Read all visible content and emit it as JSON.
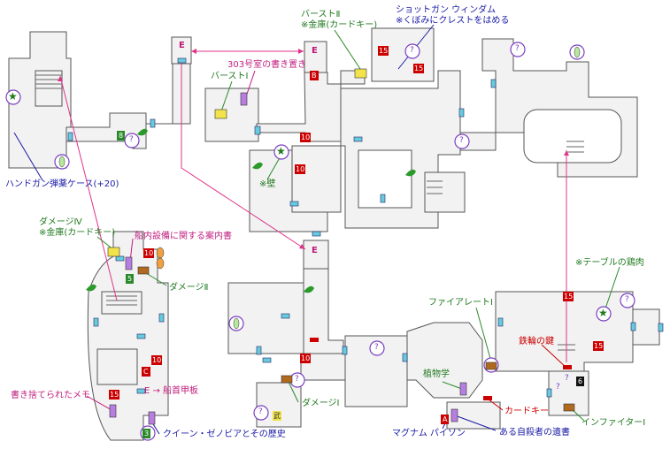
{
  "colors": {
    "room_fill": "#f2f2f2",
    "room_stroke": "#555555",
    "door": "#66ccdd",
    "elevator": "#e0338a",
    "connector": "#e0338a",
    "leader_blue": "#1a1aa8",
    "leader_green": "#2a8a2a",
    "leader_pink": "#c0187a",
    "badge_red": "#cc0000",
    "badge_green": "#2a8a2a",
    "badge_black": "#111111",
    "item_yellow": "#f2e34a",
    "item_purple": "#b77ee0",
    "item_brown": "#b06a20",
    "item_orange": "#f0a040"
  },
  "labels": {
    "handgun": "ハンドガン弾薬ケース(+20)",
    "burst2_title": "バーストⅡ",
    "burst2_sub": "※金庫(カードキー)",
    "shotgun_title": "ショットガン ウィンダム",
    "shotgun_sub": "※くぼみにクレストをはめる",
    "room303": "303号室の書き置き",
    "burst1": "バーストⅠ",
    "wall": "※壁",
    "damage4_title": "ダメージⅣ",
    "damage4_sub": "※金庫(カードキー)",
    "ship_guide": "船内設備に関する案内書",
    "damage2": "ダメージⅡ",
    "table_chicken": "※テーブルの鶏肉",
    "firerate1": "ファイアレートⅠ",
    "iron_key": "鉄輪の鍵",
    "botany": "植物学",
    "cardkey": "カードキー",
    "damage1": "ダメージⅠ",
    "magnum": "マグナム パイソン",
    "suicide_note": "ある自殺者の遺書",
    "infighter1": "インファイターⅠ",
    "discarded_memo": "書き捨てられたメモ",
    "to_bow_deck": "E → 船首甲板",
    "queen_zenobia": "クイーン・ゼノビアとその歴史"
  },
  "markers": {
    "elevator": "E",
    "badge_b": "B",
    "badge_c": "C",
    "badge_a": "A",
    "badge_15": "15",
    "badge_10": "10",
    "badge_8": "8",
    "badge_5": "5",
    "badge_3": "3",
    "badge_6": "6",
    "mystery": "?",
    "weapon": "武",
    "star": "★"
  }
}
